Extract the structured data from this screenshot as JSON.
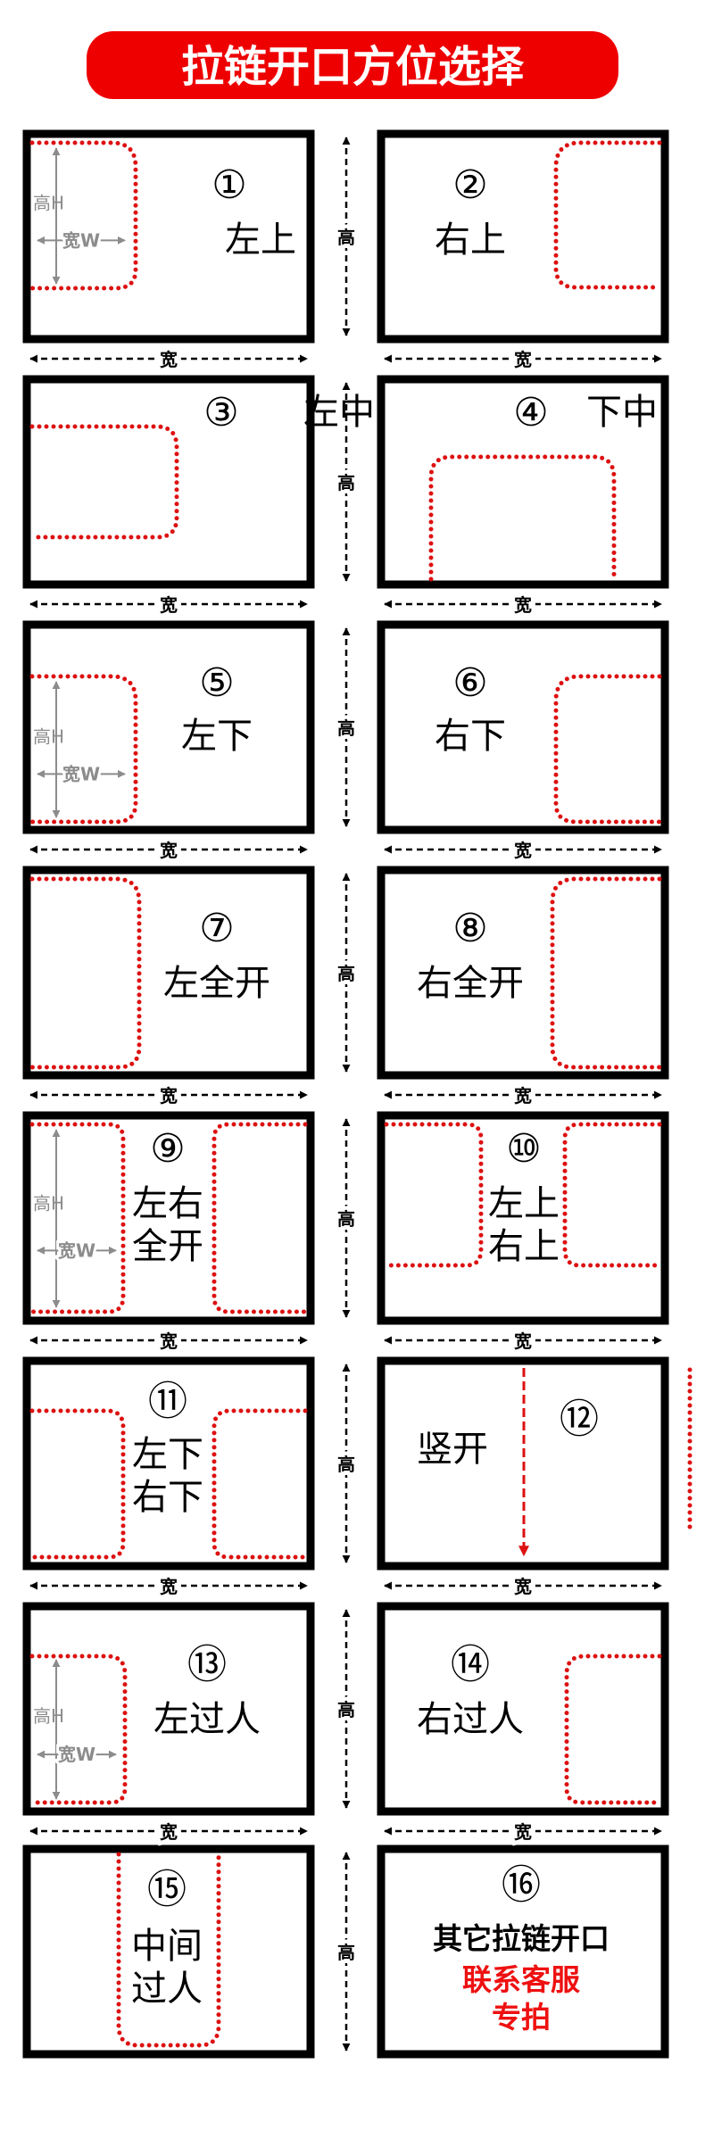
{
  "title": "拉链开口方位选择",
  "dimension_labels": {
    "width": "宽",
    "height": "高",
    "inner_height": "高H",
    "inner_width": "宽W"
  },
  "colors": {
    "title_bg": "#ee0000",
    "title_text": "#ffffff",
    "frame": "#000000",
    "zipper": "#dd1111",
    "highlight_text": "#ee1111",
    "inner_dim": "#8c8c8c"
  },
  "cells": [
    {
      "num": "①",
      "lines": [
        "左上"
      ]
    },
    {
      "num": "②",
      "lines": [
        "右上"
      ]
    },
    {
      "num": "③",
      "lines": [
        "左中"
      ]
    },
    {
      "num": "④",
      "lines": [
        "下中"
      ]
    },
    {
      "num": "⑤",
      "lines": [
        "左下"
      ]
    },
    {
      "num": "⑥",
      "lines": [
        "右下"
      ]
    },
    {
      "num": "⑦",
      "lines": [
        "左全开"
      ]
    },
    {
      "num": "⑧",
      "lines": [
        "右全开"
      ]
    },
    {
      "num": "⑨",
      "lines": [
        "左右",
        "全开"
      ]
    },
    {
      "num": "⑩",
      "lines": [
        "左上",
        "右上"
      ]
    },
    {
      "num": "⑪",
      "lines": [
        "左下",
        "右下"
      ]
    },
    {
      "num": "⑫",
      "lines": [
        "竖开"
      ]
    },
    {
      "num": "⑬",
      "lines": [
        "左过人"
      ]
    },
    {
      "num": "⑭",
      "lines": [
        "右过人"
      ]
    },
    {
      "num": "⑮",
      "lines": [
        "中间",
        "过人"
      ]
    },
    {
      "num": "⑯",
      "lines": [
        "其它拉链开口"
      ],
      "red_lines": [
        "联系客服",
        "专拍"
      ]
    }
  ]
}
